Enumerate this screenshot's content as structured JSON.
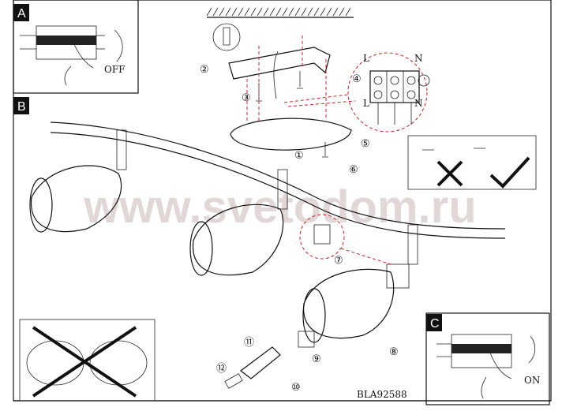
{
  "panels": {
    "a": {
      "label": "A",
      "switch_text": "OFF"
    },
    "b": {
      "label": "B"
    },
    "c": {
      "label": "C",
      "switch_text": "ON"
    }
  },
  "wiring": {
    "live_top": "L",
    "neutral_top": "N",
    "live_bottom": "L",
    "neutral_bottom": "N"
  },
  "steps": [
    "①",
    "②",
    "③",
    "④",
    "⑤",
    "⑥",
    "⑦",
    "⑧",
    "⑨",
    "⑩",
    "⑪",
    "⑫"
  ],
  "watermark": "www.svetodom.ru",
  "model_code": "BLA92588",
  "colors": {
    "guide_red": "#d42020",
    "line": "#111111",
    "watermark": "#c9b8b8"
  }
}
